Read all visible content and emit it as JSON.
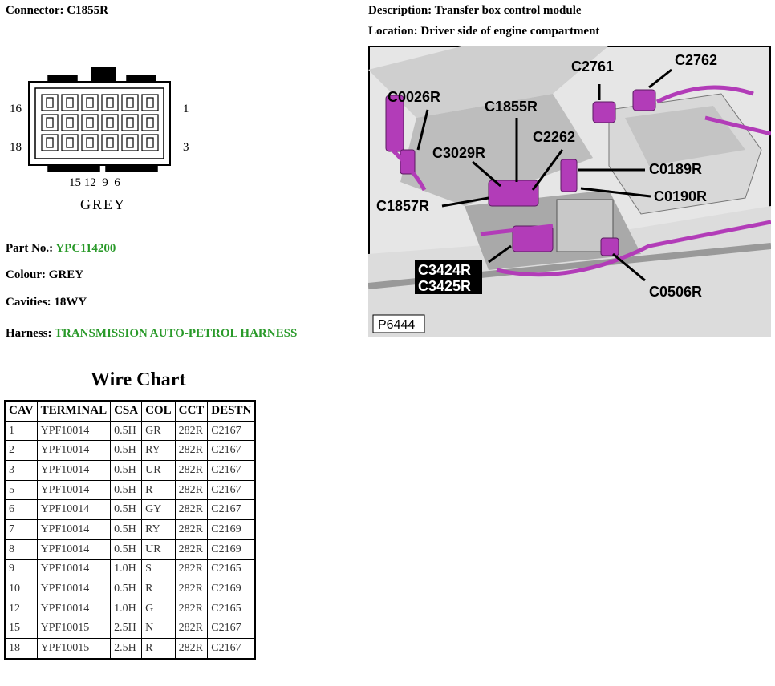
{
  "header": {
    "connector_label": "Connector:",
    "connector_value": "C1855R",
    "description_label": "Description:",
    "description_value": "Transfer box control module",
    "location_label": "Location:",
    "location_value": "Driver side of engine compartment"
  },
  "connector_diagram": {
    "pin_left_top": "16",
    "pin_right_top": "1",
    "pin_left_bottom": "18",
    "pin_right_bottom": "3",
    "bottom_pins": "15 12  9  6",
    "colour_text": "GREY"
  },
  "photo": {
    "labels": [
      "C2761",
      "C2762",
      "C0026R",
      "C1855R",
      "C2262",
      "C3029R",
      "C0189R",
      "C1857R",
      "C0190R",
      "C3424R",
      "C3425R",
      "C0506R"
    ],
    "reference": "P6444"
  },
  "details": {
    "part_no_label": "Part No.:",
    "part_no_value": "YPC114200",
    "colour_label": "Colour:",
    "colour_value": "GREY",
    "cavities_label": "Cavities:",
    "cavities_value": "18WY",
    "harness_label": "Harness:",
    "harness_value": "TRANSMISSION AUTO-PETROL HARNESS"
  },
  "wire_chart": {
    "title": "Wire Chart",
    "headers": [
      "CAV",
      "TERMINAL",
      "CSA",
      "COL",
      "CCT",
      "DESTN"
    ],
    "rows": [
      [
        "1",
        "YPF10014",
        "0.5H",
        "GR",
        "282R",
        "C2167"
      ],
      [
        "2",
        "YPF10014",
        "0.5H",
        "RY",
        "282R",
        "C2167"
      ],
      [
        "3",
        "YPF10014",
        "0.5H",
        "UR",
        "282R",
        "C2167"
      ],
      [
        "5",
        "YPF10014",
        "0.5H",
        "R",
        "282R",
        "C2167"
      ],
      [
        "6",
        "YPF10014",
        "0.5H",
        "GY",
        "282R",
        "C2167"
      ],
      [
        "7",
        "YPF10014",
        "0.5H",
        "RY",
        "282R",
        "C2169"
      ],
      [
        "8",
        "YPF10014",
        "0.5H",
        "UR",
        "282R",
        "C2169"
      ],
      [
        "9",
        "YPF10014",
        "1.0H",
        "S",
        "282R",
        "C2165"
      ],
      [
        "10",
        "YPF10014",
        "0.5H",
        "R",
        "282R",
        "C2169"
      ],
      [
        "12",
        "YPF10014",
        "1.0H",
        "G",
        "282R",
        "C2165"
      ],
      [
        "15",
        "YPF10015",
        "2.5H",
        "N",
        "282R",
        "C2167"
      ],
      [
        "18",
        "YPF10015",
        "2.5H",
        "R",
        "282R",
        "C2167"
      ]
    ]
  },
  "colors": {
    "green_value": "#2a9a2a",
    "connector_highlight": "#b23cb8"
  }
}
